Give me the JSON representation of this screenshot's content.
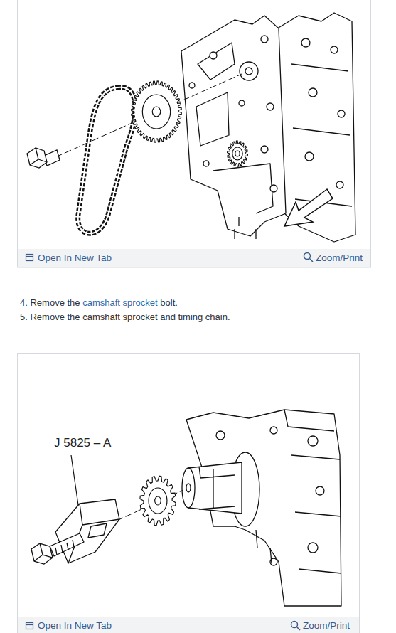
{
  "diagram": {
    "labels": [
      "Open In New Tab",
      "Zoom/Print",
      "4. Remove the",
      "camshaft sprocket",
      "bolt.",
      "5. Remove the camshaft sprocket and timing chain.",
      "J 5825 – A",
      "Open In New Tab",
      "Zoom/Print"
    ]
  }
}
